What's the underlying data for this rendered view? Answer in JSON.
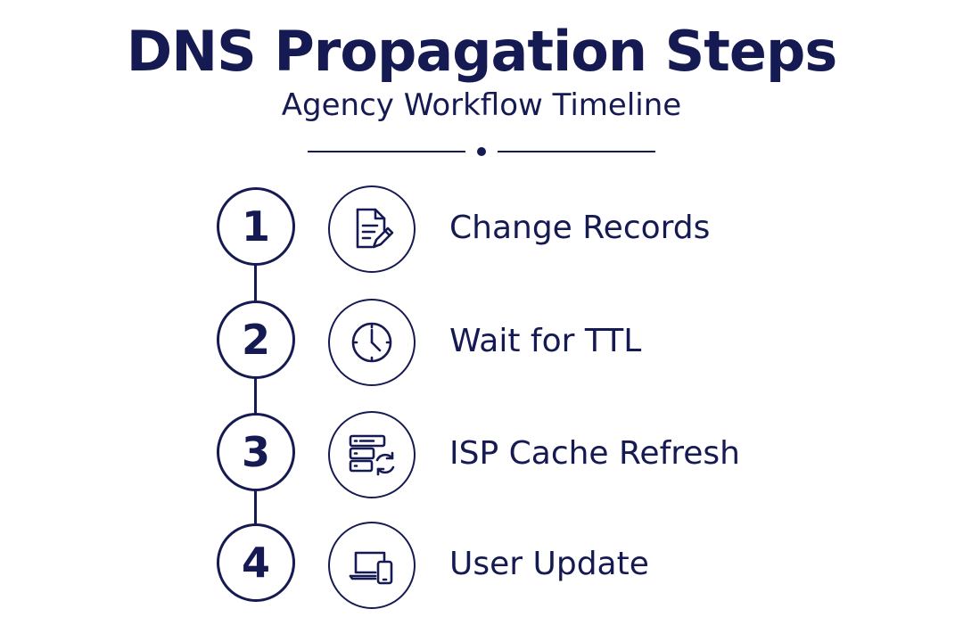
{
  "title": "DNS Propagation Steps",
  "subtitle": "Agency Workflow Timeline",
  "colors": {
    "ink": "#161a52",
    "background": "#ffffff"
  },
  "steps": [
    {
      "number": "1",
      "label": "Change Records",
      "icon": "document-edit-icon"
    },
    {
      "number": "2",
      "label": "Wait for TTL",
      "icon": "clock-icon"
    },
    {
      "number": "3",
      "label": "ISP Cache Refresh",
      "icon": "server-refresh-icon"
    },
    {
      "number": "4",
      "label": "User Update",
      "icon": "laptop-phone-icon"
    }
  ]
}
